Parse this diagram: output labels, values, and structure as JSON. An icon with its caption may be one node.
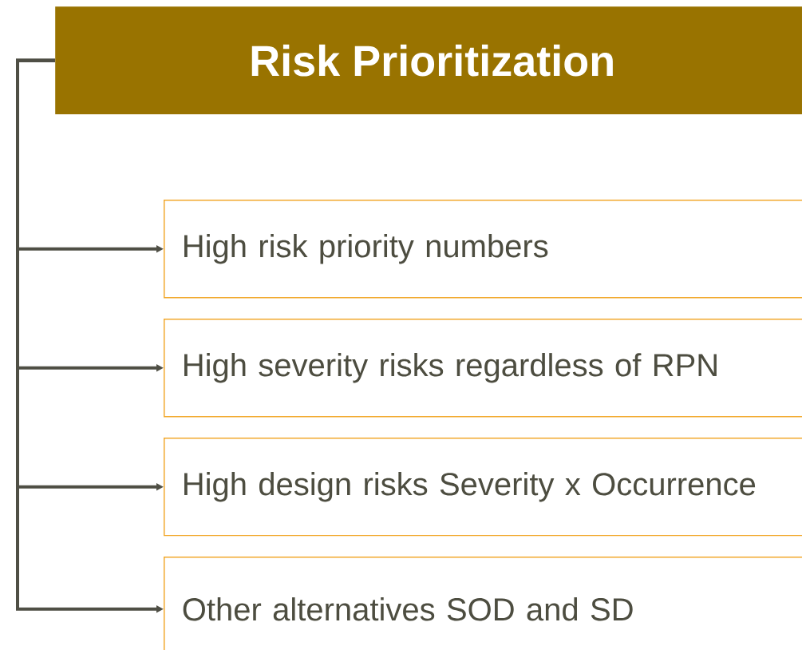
{
  "diagram": {
    "nodes": [
      {
        "text": [
          "Risk Prioritization"
        ]
      },
      {
        "text": [
          "High risk priority numbers"
        ]
      },
      {
        "text": [
          "High severity risks regardless of RPN"
        ]
      },
      {
        "text": [
          "High design risks Severity x Occurrence"
        ]
      },
      {
        "text": [
          "Other alternatives SOD and SD"
        ]
      }
    ],
    "edges": [
      {
        "from": 0,
        "to": 1,
        "arrow": "to"
      },
      {
        "from": 0,
        "to": 2,
        "arrow": "to"
      },
      {
        "from": 0,
        "to": 3,
        "arrow": "to"
      },
      {
        "from": 0,
        "to": 4,
        "arrow": "to"
      }
    ]
  }
}
